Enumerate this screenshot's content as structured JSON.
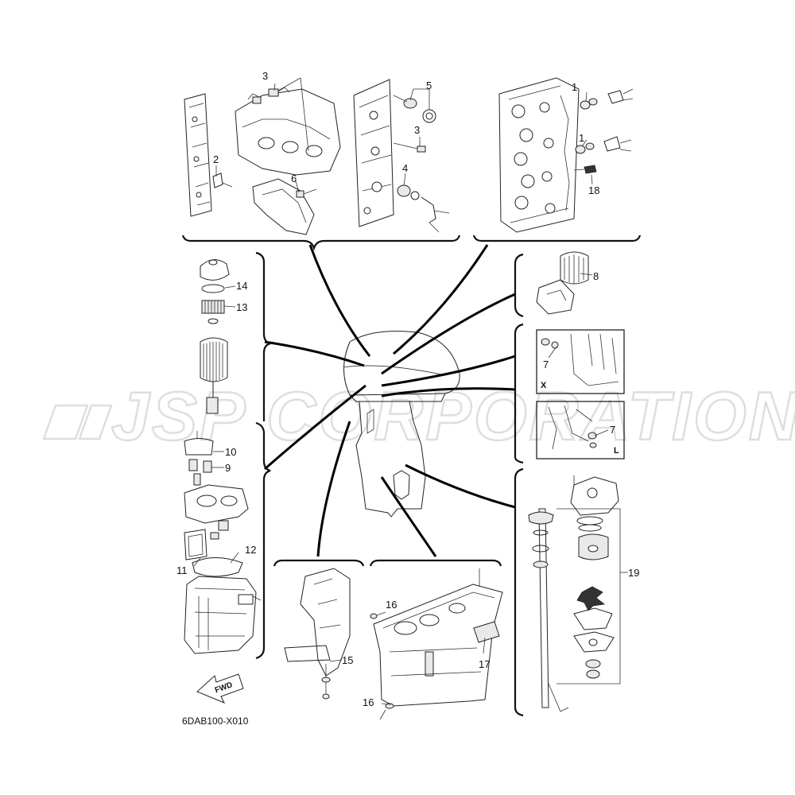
{
  "watermark": "JSP CORPORATION",
  "diagram_code": "6DAB100-X010",
  "fwd_label": "FWD",
  "callouts": {
    "c1a": "1",
    "c1b": "1",
    "c2": "2",
    "c3a": "3",
    "c3b": "3",
    "c4": "4",
    "c5": "5",
    "c6": "6",
    "c7a": "7",
    "c7b": "7",
    "c8": "8",
    "c9": "9",
    "c10": "10",
    "c11": "11",
    "c12": "12",
    "c13": "13",
    "c14": "14",
    "c15": "15",
    "c16a": "16",
    "c16b": "16",
    "c17": "17",
    "c18": "18",
    "c19": "19"
  },
  "view_labels": {
    "x": "X",
    "l": "L"
  }
}
